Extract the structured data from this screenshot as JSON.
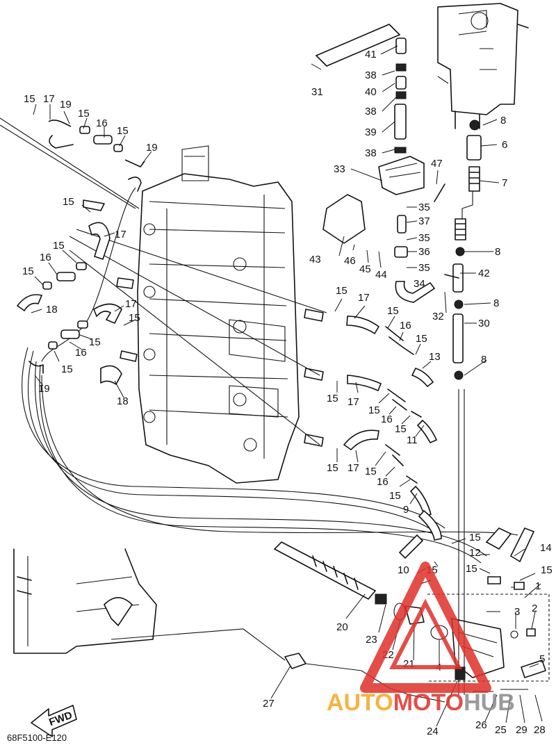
{
  "diagram": {
    "code": "68F5100-E120",
    "direction_label": "FWD",
    "watermark": {
      "part1": "AUTO",
      "part2": "MOTO",
      "part3": "HUB",
      "orange": "#f5a623",
      "red": "#e0302a",
      "gray": "#8a8a8a"
    },
    "callouts": [
      "15",
      "17",
      "19",
      "15",
      "16",
      "15",
      "19",
      "15",
      "17",
      "15",
      "16",
      "15",
      "18",
      "17",
      "15",
      "15",
      "16",
      "19",
      "15",
      "18",
      "31",
      "41",
      "38",
      "40",
      "38",
      "39",
      "38",
      "33",
      "47",
      "8",
      "6",
      "7",
      "35",
      "37",
      "35",
      "36",
      "35",
      "43",
      "46",
      "45",
      "44",
      "8",
      "42",
      "34",
      "8",
      "32",
      "30",
      "8",
      "15",
      "17",
      "15",
      "16",
      "15",
      "13",
      "15",
      "17",
      "15",
      "16",
      "15",
      "11",
      "15",
      "17",
      "15",
      "16",
      "15",
      "9",
      "15",
      "12",
      "14",
      "15",
      "10",
      "15",
      "15",
      "1",
      "2",
      "3",
      "20",
      "23",
      "22",
      "21",
      "4",
      "5",
      "27",
      "24",
      "26",
      "25",
      "29",
      "28"
    ]
  }
}
